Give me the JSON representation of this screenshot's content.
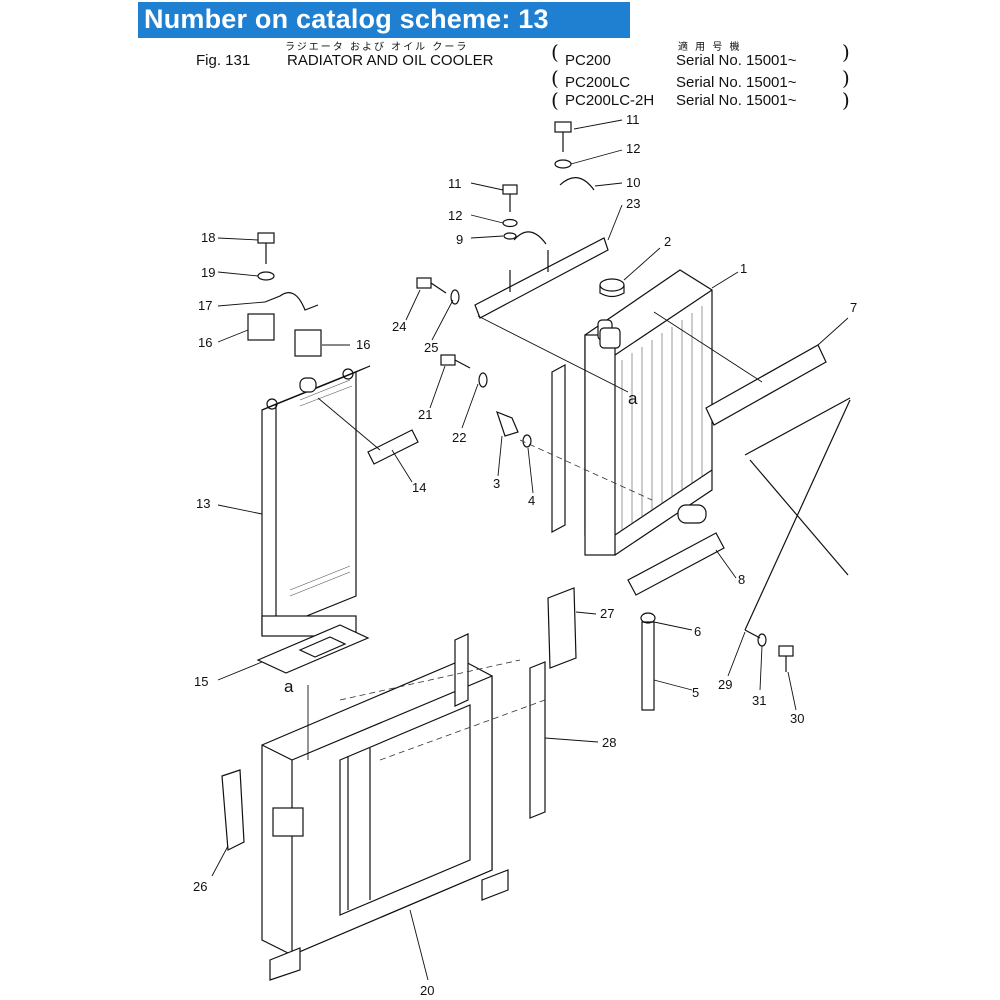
{
  "banner": {
    "text": "Number on catalog scheme: 13",
    "color": "#1f7fd1"
  },
  "header": {
    "fig_no": "Fig. 131",
    "title_jp": "ラジエータ および オイル クーラ",
    "title": "RADIATOR AND OIL COOLER",
    "applicable_jp": "適 用 号 機",
    "models": [
      {
        "model": "PC200",
        "serial": "Serial No. 15001~"
      },
      {
        "model": "PC200LC",
        "serial": "Serial No. 15001~"
      },
      {
        "model": "PC200LC-2H",
        "serial": "Serial No. 15001~"
      }
    ]
  },
  "callouts": [
    {
      "id": "1",
      "text": "1"
    },
    {
      "id": "2",
      "text": "2"
    },
    {
      "id": "3",
      "text": "3"
    },
    {
      "id": "4",
      "text": "4"
    },
    {
      "id": "5",
      "text": "5"
    },
    {
      "id": "6",
      "text": "6"
    },
    {
      "id": "7",
      "text": "7"
    },
    {
      "id": "8",
      "text": "8"
    },
    {
      "id": "9",
      "text": "9"
    },
    {
      "id": "10",
      "text": "10"
    },
    {
      "id": "11a",
      "text": "11"
    },
    {
      "id": "11b",
      "text": "11"
    },
    {
      "id": "12a",
      "text": "12"
    },
    {
      "id": "12b",
      "text": "12"
    },
    {
      "id": "13",
      "text": "13"
    },
    {
      "id": "14",
      "text": "14"
    },
    {
      "id": "15",
      "text": "15"
    },
    {
      "id": "16a",
      "text": "16"
    },
    {
      "id": "16b",
      "text": "16"
    },
    {
      "id": "17",
      "text": "17"
    },
    {
      "id": "18",
      "text": "18"
    },
    {
      "id": "19",
      "text": "19"
    },
    {
      "id": "20",
      "text": "20"
    },
    {
      "id": "21",
      "text": "21"
    },
    {
      "id": "22",
      "text": "22"
    },
    {
      "id": "23",
      "text": "23"
    },
    {
      "id": "24",
      "text": "24"
    },
    {
      "id": "25",
      "text": "25"
    },
    {
      "id": "26",
      "text": "26"
    },
    {
      "id": "27",
      "text": "27"
    },
    {
      "id": "28",
      "text": "28"
    },
    {
      "id": "29",
      "text": "29"
    },
    {
      "id": "30",
      "text": "30"
    },
    {
      "id": "31",
      "text": "31"
    }
  ],
  "reference_marks": [
    {
      "id": "a1",
      "text": "a"
    },
    {
      "id": "a2",
      "text": "a"
    }
  ]
}
